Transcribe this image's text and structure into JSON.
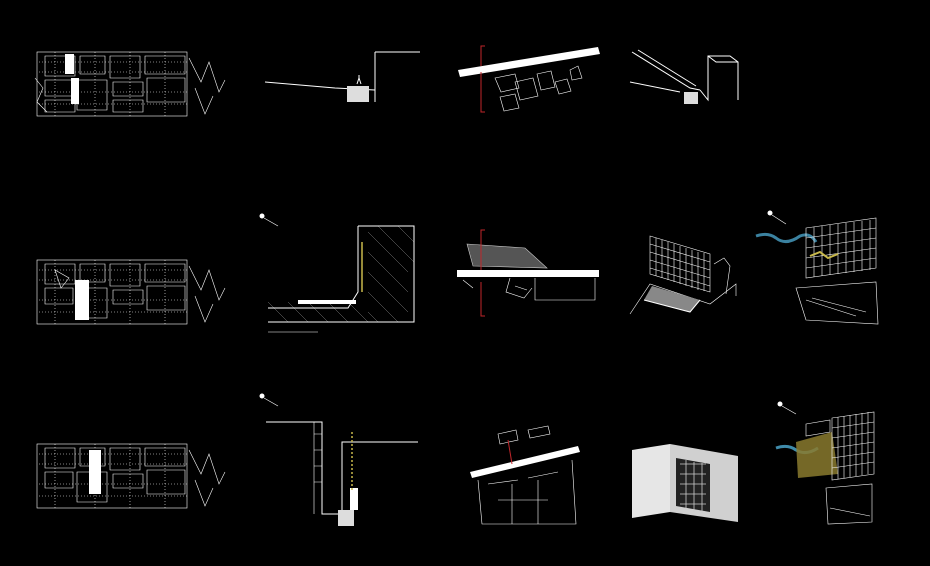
{
  "rows": [
    {
      "name": "row-1",
      "panels": [
        "plan-map",
        "section",
        "plan-detail",
        "axonometric"
      ]
    },
    {
      "name": "row-2",
      "panels": [
        "plan-map",
        "section",
        "plan-detail",
        "axonometric",
        "axonometric-detail"
      ]
    },
    {
      "name": "row-3",
      "panels": [
        "plan-map",
        "section",
        "plan-detail",
        "axonometric",
        "axonometric-detail"
      ]
    }
  ],
  "colors": {
    "background": "#000000",
    "linework": "#ffffff",
    "accent_red": "#c0262a",
    "accent_yellow": "#c8b84a",
    "accent_blue": "#4aa3c8"
  }
}
